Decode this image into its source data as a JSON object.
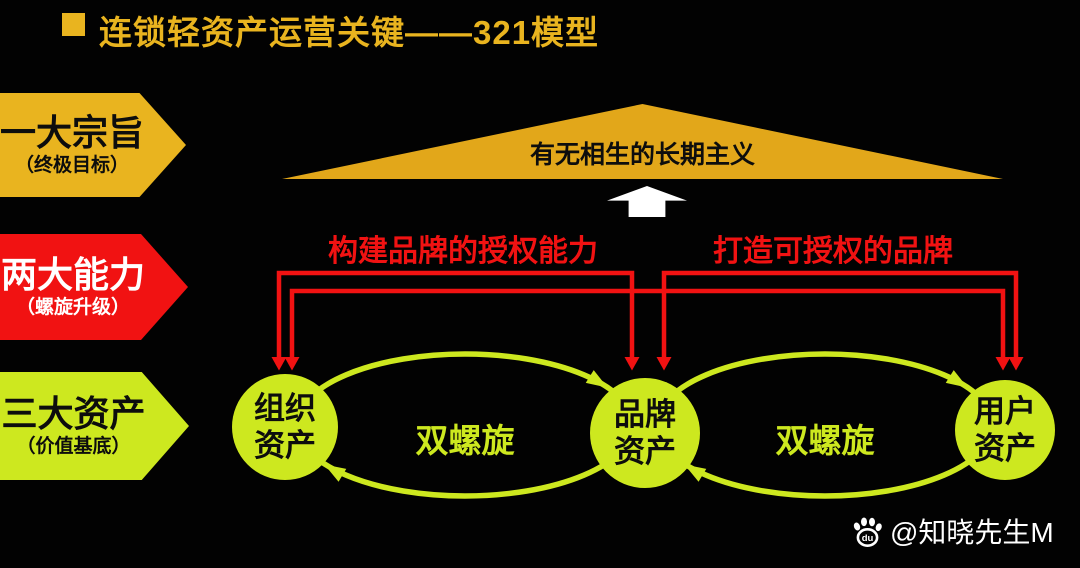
{
  "title": {
    "bullet_icon": "square-bullet-icon",
    "text": "连锁轻资产运营关键——321模型"
  },
  "colors": {
    "background": "#020202",
    "gold": "#E9B41F",
    "roof_gold": "#E2A71A",
    "red": "#F11212",
    "green": "#CDE81F",
    "white": "#FFFFFF",
    "dark_text": "#0D0D0D"
  },
  "left_tags": [
    {
      "title": "一大宗旨",
      "subtitle": "（终极目标）"
    },
    {
      "title": "两大能力",
      "subtitle": "（螺旋升级）"
    },
    {
      "title": "三大资产",
      "subtitle": "（价值基底）"
    }
  ],
  "roof": {
    "label": "有无相生的长期主义"
  },
  "icons": {
    "up_arrow": "up-arrow-icon",
    "watermark_paw": "baidu-paw-icon"
  },
  "capability_labels": [
    {
      "text": "构建品牌的授权能力"
    },
    {
      "text": "打造可授权的品牌"
    }
  ],
  "asset_circles": [
    {
      "line1": "组织",
      "line2": "资产"
    },
    {
      "line1": "品牌",
      "line2": "资产"
    },
    {
      "line1": "用户",
      "line2": "资产"
    }
  ],
  "spiral_labels": [
    {
      "text": "双螺旋"
    },
    {
      "text": "双螺旋"
    }
  ],
  "watermark": {
    "paw_text": "du",
    "text": "@知晓先生M"
  }
}
